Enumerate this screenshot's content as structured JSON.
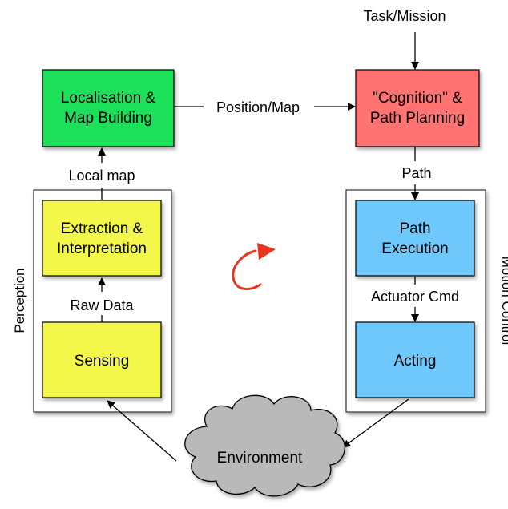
{
  "nodes": {
    "localisation": {
      "line1": "Localisation &",
      "line2": "Map Building",
      "color": "#1ee05a"
    },
    "cognition": {
      "line1": "\"Cognition\" &",
      "line2": "Path Planning",
      "color": "#ff7373"
    },
    "extraction": {
      "line1": "Extraction &",
      "line2": "Interpretation",
      "color": "#f3f74a"
    },
    "sensing": {
      "label": "Sensing",
      "color": "#f3f74a"
    },
    "path_execution": {
      "line1": "Path",
      "line2": "Execution",
      "color": "#6ec8fb"
    },
    "acting": {
      "label": "Acting",
      "color": "#6ec8fb"
    },
    "environment": {
      "label": "Environment",
      "color": "#b9b9b9"
    }
  },
  "groups": {
    "perception": "Perception",
    "motion_control": "Motion Control"
  },
  "edge_labels": {
    "task_mission": "Task/Mission",
    "position_map": "Position/Map",
    "local_map": "Local map",
    "raw_data": "Raw Data",
    "path": "Path",
    "actuator_cmd": "Actuator Cmd"
  },
  "colors": {
    "loop_arrow": "#e8351f",
    "group_border": "#333333"
  }
}
